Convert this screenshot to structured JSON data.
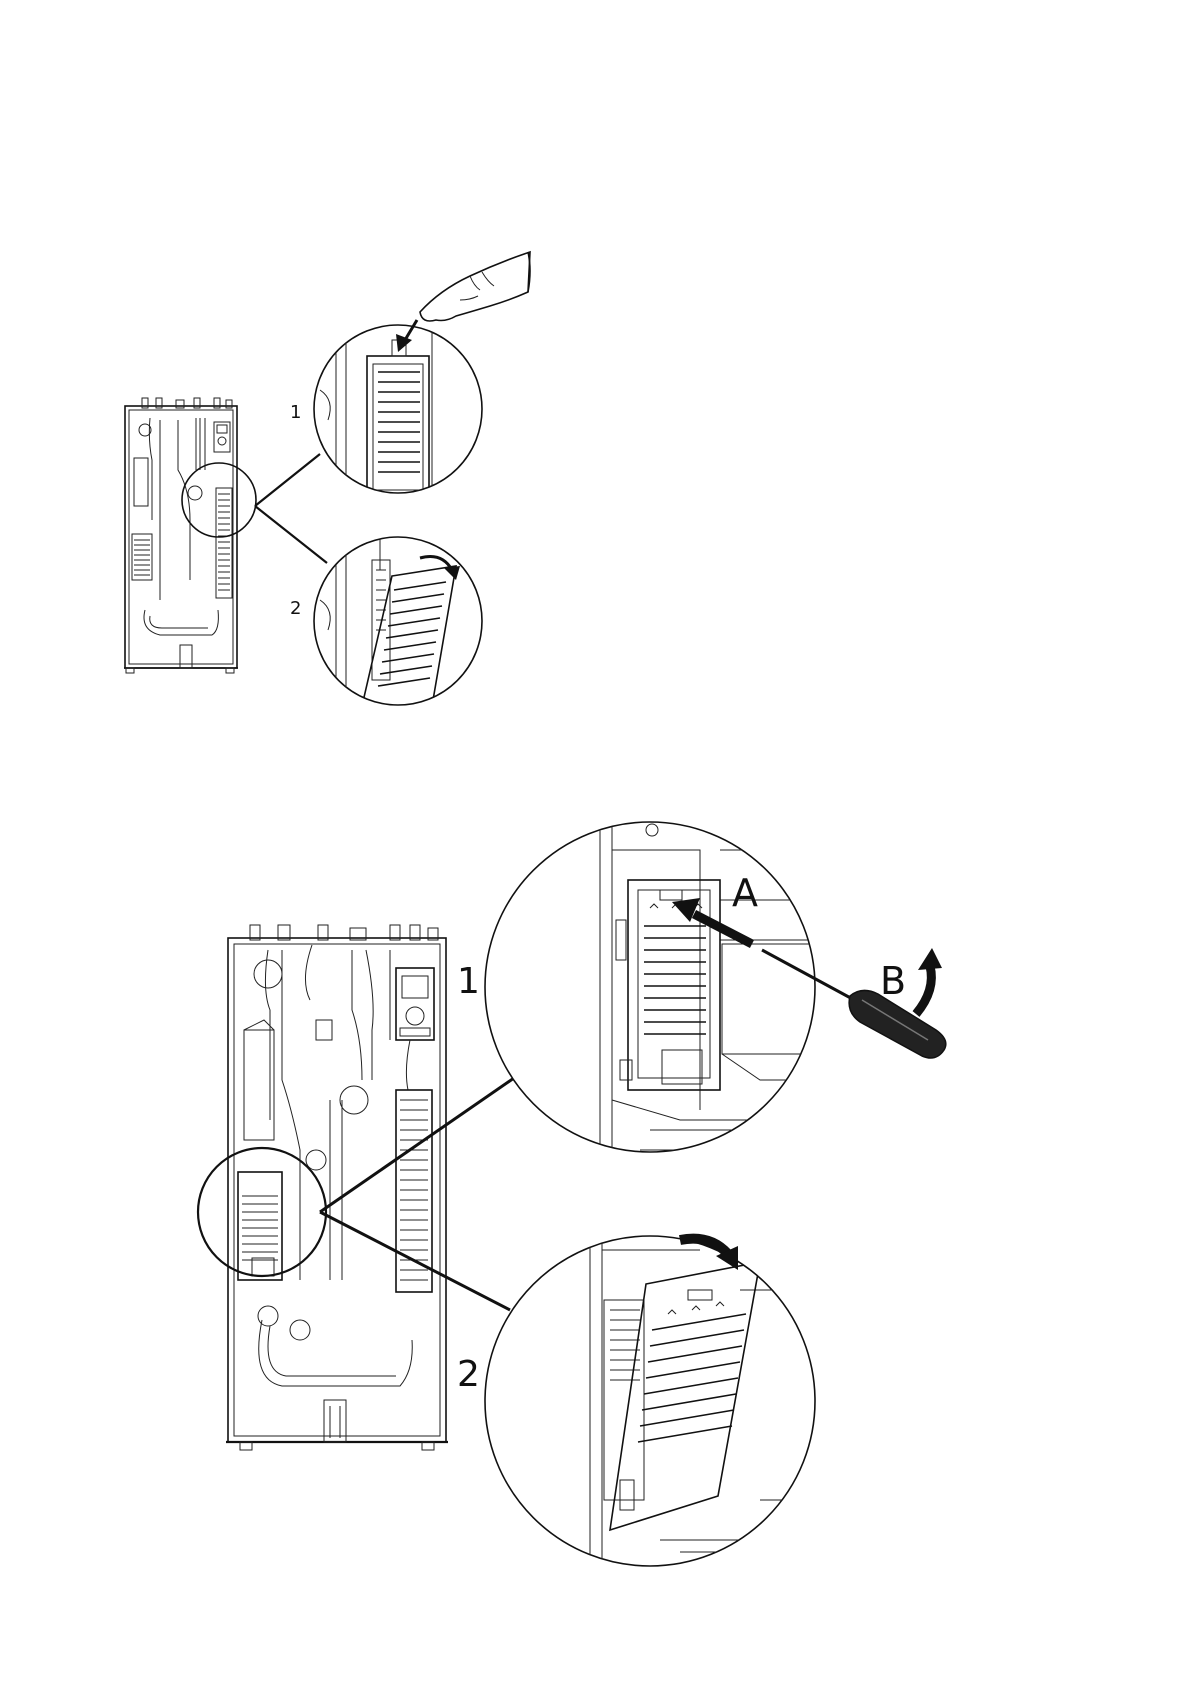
{
  "top_figure": {
    "callout_1": "1",
    "callout_2": "2"
  },
  "bottom_figure": {
    "callout_1": "1",
    "callout_2": "2",
    "callout_a": "A",
    "callout_b": "B"
  }
}
